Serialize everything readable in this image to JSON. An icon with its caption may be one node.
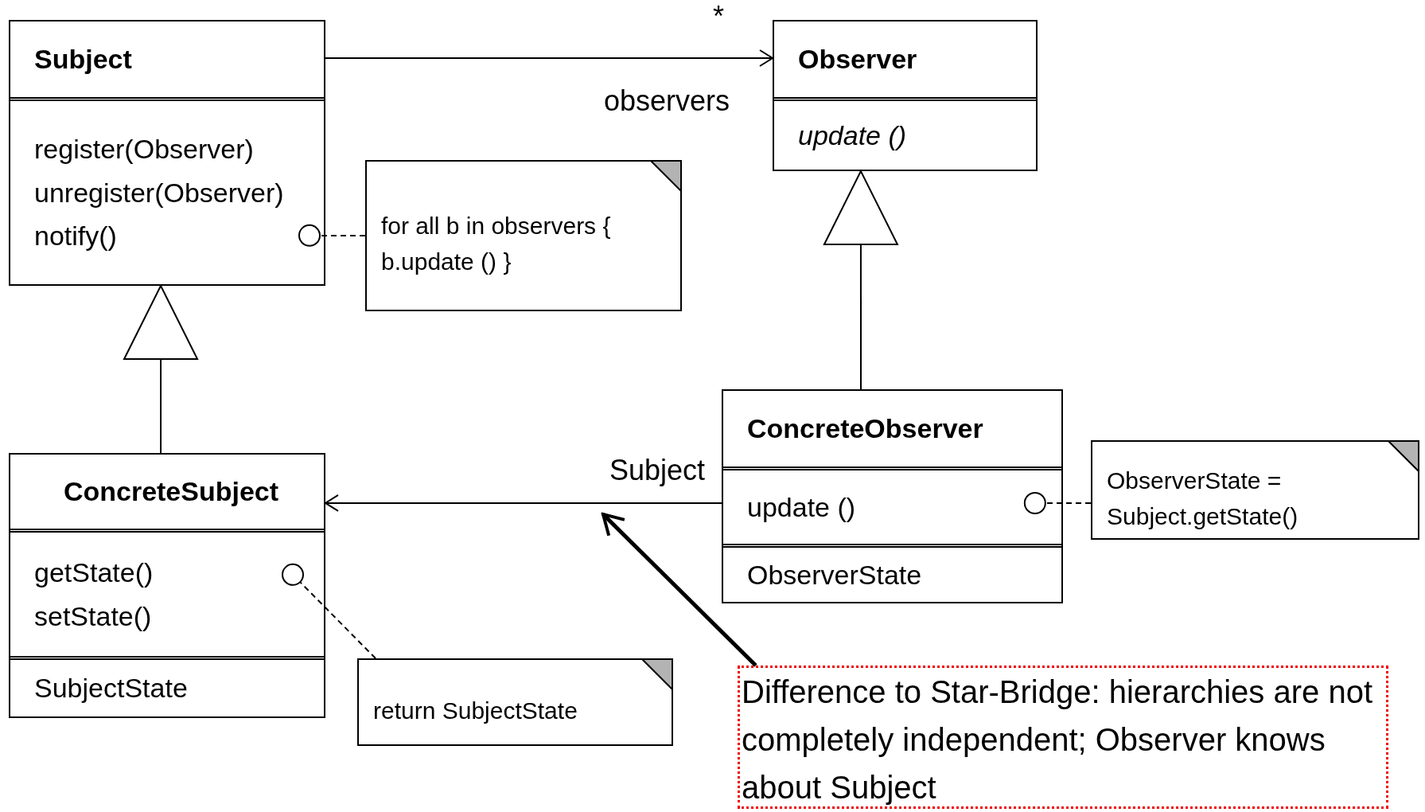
{
  "diagram": {
    "nodes": [
      {
        "text": [
          "Subject",
          "register(Observer) unregister(Observer) notify()"
        ]
      },
      {
        "text": [
          "Observer",
          "update ()"
        ]
      },
      {
        "text": [
          "for all b in observers { b.update () }"
        ]
      },
      {
        "text": [
          "ConcreteSubject",
          "getState() setState()",
          "SubjectState"
        ]
      },
      {
        "text": [
          "ConcreteObserver",
          "update ()",
          "ObserverState"
        ]
      },
      {
        "text": [
          "ObserverState = Subject.getState()"
        ]
      },
      {
        "text": [
          "return SubjectState"
        ]
      },
      {
        "text": [
          "Difference to Star-Bridge: hierarchies are not completely independent; Observer knows about Subject"
        ]
      }
    ],
    "edges": [
      {
        "from": 0,
        "to": 1,
        "arrow": "to",
        "label": "observers"
      },
      {
        "from": 3,
        "to": 0,
        "arrow": "to"
      },
      {
        "from": 4,
        "to": 1,
        "arrow": "to"
      },
      {
        "from": 4,
        "to": 3,
        "arrow": "to",
        "label": "Subject"
      },
      {
        "from": 2,
        "to": 0,
        "arrow": "other",
        "style": "dashed"
      },
      {
        "from": 6,
        "to": 3,
        "arrow": "other",
        "style": "dashed"
      },
      {
        "from": 5,
        "to": 4,
        "arrow": "other",
        "style": "dashed"
      },
      {
        "from": 7,
        "to": null,
        "arrow": "to",
        "style": "thick"
      }
    ],
    "labels": [
      "*"
    ]
  }
}
